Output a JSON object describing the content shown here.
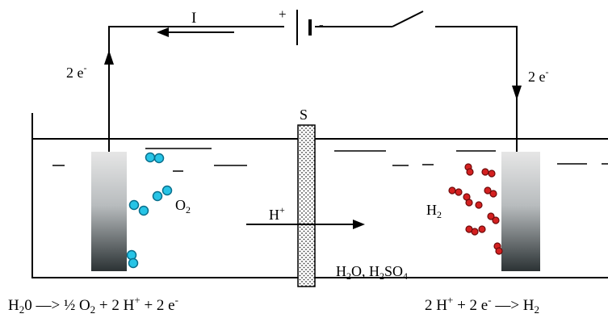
{
  "labels": {
    "current": "I",
    "plus": "+",
    "minus": "-",
    "electrons": "2 e",
    "electron_sup": "-",
    "separator": "S",
    "oxygen_base": "O",
    "oxygen_sub": "2",
    "hydrogen_base": "H",
    "hydrogen_sub": "2",
    "proton_base": "H",
    "proton_sup": "+"
  },
  "electrolyte": {
    "h2o_h": "H",
    "h2o_sub": "2",
    "h2o_o": "O, H",
    "h2so4_sub2": "2",
    "h2so4_so": "SO",
    "h2so4_sub4": "4"
  },
  "anode_equation": {
    "p1": "H",
    "sub1": "2",
    "p2": "0 —> ½ O",
    "sub2": "2",
    "p3": " + 2 H",
    "sup3": "+",
    "p4": " + 2 e",
    "sup4": "-"
  },
  "cathode_equation": {
    "p1": "2 H",
    "sup1": "+",
    "p2": " + 2 e",
    "sup2": "-",
    "p3": " —> H",
    "sub3": "2"
  },
  "colors": {
    "oxygen_bubble": "#27c4e6",
    "oxygen_stroke": "#0a6f8c",
    "hydrogen_bubble": "#d42020",
    "hydrogen_stroke": "#6d0a0a",
    "electrode_light": "#e6e6e6",
    "electrode_dark": "#2b3234"
  }
}
